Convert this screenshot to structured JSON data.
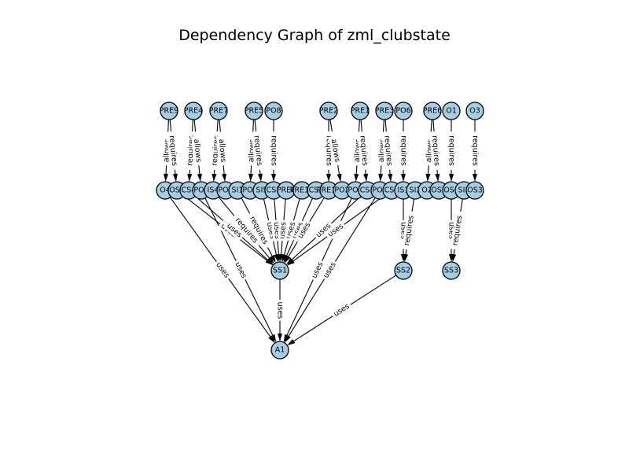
{
  "title": "Dependency Graph of zml_clubstate",
  "colors": {
    "node_fill": "#a6cee3",
    "node_stroke": "#000000",
    "edge": "#000000"
  },
  "nodes": [
    {
      "id": "PRE9"
    },
    {
      "id": "PRE4"
    },
    {
      "id": "PRE7"
    },
    {
      "id": "PRE5"
    },
    {
      "id": "PO8"
    },
    {
      "id": "PRE2"
    },
    {
      "id": "PRE1"
    },
    {
      "id": "PRE3"
    },
    {
      "id": "PO6"
    },
    {
      "id": "PRE6"
    },
    {
      "id": "O1"
    },
    {
      "id": "O3"
    },
    {
      "id": "O4"
    },
    {
      "id": "OS4"
    },
    {
      "id": "CS4"
    },
    {
      "id": "PO4"
    },
    {
      "id": "IS4"
    },
    {
      "id": "PO7"
    },
    {
      "id": "SI1"
    },
    {
      "id": "PO5"
    },
    {
      "id": "SI5"
    },
    {
      "id": "CS5"
    },
    {
      "id": "PRE8"
    },
    {
      "id": "PRE10"
    },
    {
      "id": "CS2"
    },
    {
      "id": "PRE11"
    },
    {
      "id": "PO2"
    },
    {
      "id": "PO1"
    },
    {
      "id": "CS1"
    },
    {
      "id": "PO3"
    },
    {
      "id": "CS3"
    },
    {
      "id": "IS1"
    },
    {
      "id": "SI2"
    },
    {
      "id": "O2"
    },
    {
      "id": "OS2"
    },
    {
      "id": "OS1"
    },
    {
      "id": "SI3"
    },
    {
      "id": "OS3"
    },
    {
      "id": "SS1"
    },
    {
      "id": "SS2"
    },
    {
      "id": "SS3"
    },
    {
      "id": "A1"
    }
  ],
  "edges": [
    {
      "source": "PRE9",
      "target": "O4",
      "label": "allows"
    },
    {
      "source": "PRE9",
      "target": "OS4",
      "label": "requires"
    },
    {
      "source": "PRE4",
      "target": "CS4",
      "label": "requires"
    },
    {
      "source": "PRE4",
      "target": "PO4",
      "label": "allows"
    },
    {
      "source": "PRE7",
      "target": "IS4",
      "label": "requires"
    },
    {
      "source": "PRE7",
      "target": "PO7",
      "label": "allows"
    },
    {
      "source": "PRE5",
      "target": "PO5",
      "label": "allows"
    },
    {
      "source": "PRE5",
      "target": "SI5",
      "label": "requires"
    },
    {
      "source": "PO8",
      "target": "CS5",
      "label": "requires"
    },
    {
      "source": "PRE2",
      "target": "PRE11",
      "label": "requires"
    },
    {
      "source": "PRE2",
      "target": "PO2",
      "label": "allows"
    },
    {
      "source": "PRE1",
      "target": "PO1",
      "label": "allows"
    },
    {
      "source": "PRE1",
      "target": "CS1",
      "label": "requires"
    },
    {
      "source": "PRE3",
      "target": "PO3",
      "label": "allows"
    },
    {
      "source": "PRE3",
      "target": "CS3",
      "label": "requires"
    },
    {
      "source": "PO6",
      "target": "IS1",
      "label": "requires"
    },
    {
      "source": "PRE6",
      "target": "O2",
      "label": "allows"
    },
    {
      "source": "PRE6",
      "target": "OS2",
      "label": "requires"
    },
    {
      "source": "O1",
      "target": "OS1",
      "label": "requires"
    },
    {
      "source": "O3",
      "target": "OS3",
      "label": "requires"
    },
    {
      "source": "OS4",
      "target": "SS1",
      "label": "uses"
    },
    {
      "source": "CS4",
      "target": "SS1",
      "label": "uses"
    },
    {
      "source": "IS4",
      "target": "SS1",
      "label": "requires"
    },
    {
      "source": "SI1",
      "target": "SS1",
      "label": "requires"
    },
    {
      "source": "SI5",
      "target": "SS1",
      "label": "uses"
    },
    {
      "source": "CS5",
      "target": "SS1",
      "label": "uses"
    },
    {
      "source": "PRE8",
      "target": "SS1",
      "label": "uses"
    },
    {
      "source": "PRE10",
      "target": "SS1",
      "label": "uses"
    },
    {
      "source": "CS2",
      "target": "SS1",
      "label": "uses"
    },
    {
      "source": "PRE11",
      "target": "SS1",
      "label": "uses"
    },
    {
      "source": "CS1",
      "target": "SS1",
      "label": "uses"
    },
    {
      "source": "CS3",
      "target": "SS1",
      "label": "uses"
    },
    {
      "source": "IS1",
      "target": "SS2",
      "label": "uses"
    },
    {
      "source": "SI2",
      "target": "SS2",
      "label": "requires"
    },
    {
      "source": "OS1",
      "target": "SS3",
      "label": "uses"
    },
    {
      "source": "SI3",
      "target": "SS3",
      "label": "requires"
    },
    {
      "source": "O4",
      "target": "A1",
      "label": "uses"
    },
    {
      "source": "PO4",
      "target": "A1",
      "label": "uses"
    },
    {
      "source": "PO1",
      "target": "A1",
      "label": "uses"
    },
    {
      "source": "PO3",
      "target": "A1",
      "label": "uses"
    },
    {
      "source": "SS1",
      "target": "A1",
      "label": "uses"
    },
    {
      "source": "SS2",
      "target": "A1",
      "label": "uses"
    }
  ]
}
